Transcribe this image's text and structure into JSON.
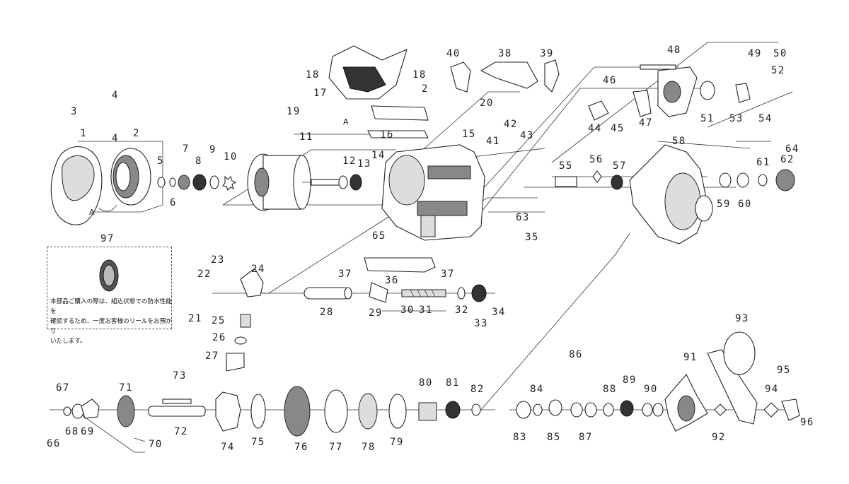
{
  "diagram": {
    "type": "exploded-parts-diagram",
    "note": {
      "ref_number": "97",
      "text": "本部品ご購入の際は、組込状態での防水性能を\n確認するため、一度お客様のリールをお預かり\nいたします。"
    },
    "letter_marks": [
      "A",
      "A"
    ],
    "part_numbers": [
      "1",
      "2",
      "2",
      "3",
      "4",
      "4",
      "5",
      "6",
      "7",
      "8",
      "9",
      "10",
      "11",
      "12",
      "13",
      "14",
      "15",
      "16",
      "17",
      "18",
      "18",
      "19",
      "20",
      "21",
      "22",
      "23",
      "24",
      "25",
      "26",
      "27",
      "28",
      "29",
      "30",
      "31",
      "32",
      "33",
      "34",
      "35",
      "36",
      "37",
      "37",
      "38",
      "39",
      "40",
      "41",
      "42",
      "43",
      "44",
      "45",
      "46",
      "47",
      "48",
      "49",
      "50",
      "51",
      "52",
      "53",
      "54",
      "55",
      "56",
      "57",
      "58",
      "59",
      "60",
      "61",
      "62",
      "63",
      "64",
      "65",
      "66",
      "67",
      "68",
      "69",
      "70",
      "71",
      "72",
      "73",
      "74",
      "75",
      "76",
      "77",
      "78",
      "79",
      "80",
      "81",
      "82",
      "83",
      "84",
      "85",
      "86",
      "87",
      "88",
      "89",
      "90",
      "91",
      "92",
      "93",
      "94",
      "95",
      "96"
    ]
  }
}
